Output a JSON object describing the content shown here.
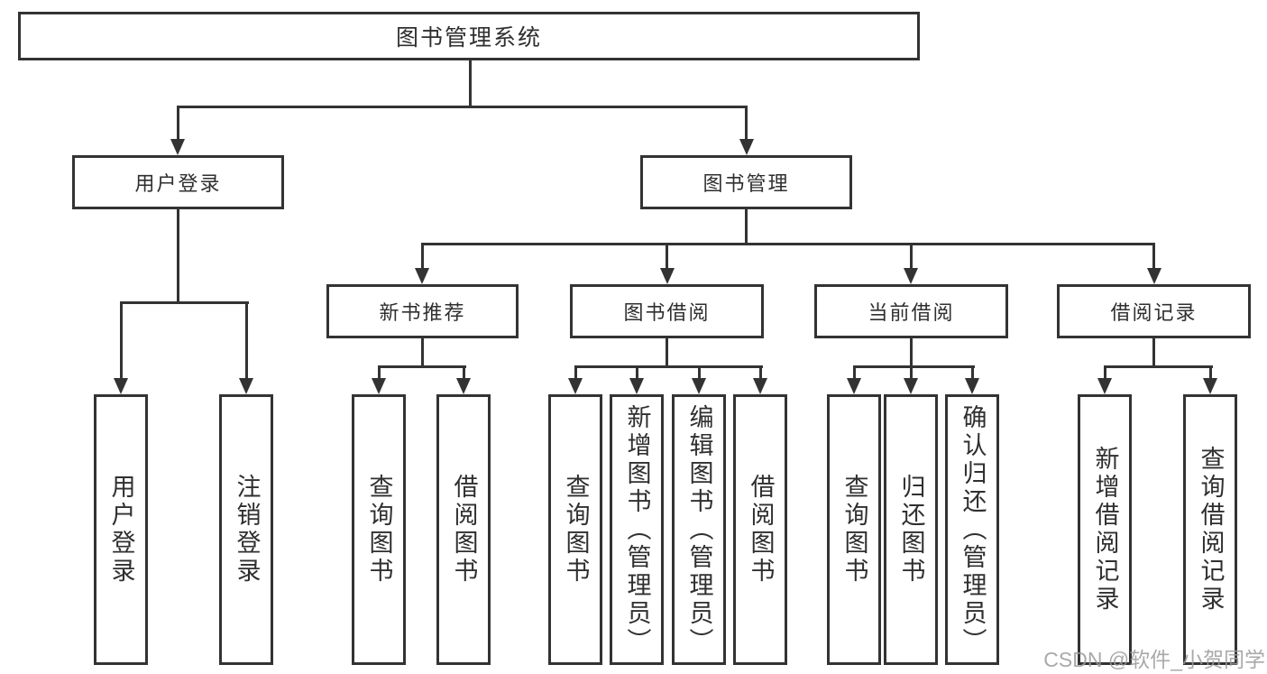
{
  "diagram": {
    "root": {
      "label": "图书管理系统",
      "children": [
        {
          "label": "用户登录",
          "children": [
            {
              "label": "用户登录"
            },
            {
              "label": "注销登录"
            }
          ]
        },
        {
          "label": "图书管理",
          "children": [
            {
              "label": "新书推荐",
              "children": [
                {
                  "label": "查询图书"
                },
                {
                  "label": "借阅图书"
                }
              ]
            },
            {
              "label": "图书借阅",
              "children": [
                {
                  "label": "查询图书"
                },
                {
                  "label": "新增图书（管理员）"
                },
                {
                  "label": "编辑图书（管理员）"
                },
                {
                  "label": "借阅图书"
                }
              ]
            },
            {
              "label": "当前借阅",
              "children": [
                {
                  "label": "查询图书"
                },
                {
                  "label": "归还图书"
                },
                {
                  "label": "确认归还（管理员）"
                }
              ]
            },
            {
              "label": "借阅记录",
              "children": [
                {
                  "label": "新增借阅记录"
                },
                {
                  "label": "查询借阅记录"
                }
              ]
            }
          ]
        }
      ]
    }
  },
  "watermark": {
    "text": "CSDN @软件_小贺同学"
  },
  "colors": {
    "background": "#ffffff",
    "box_fill": "#ffffff",
    "line": "#333333",
    "text": "#2f2f2f",
    "watermark": "#9b9b9b"
  }
}
